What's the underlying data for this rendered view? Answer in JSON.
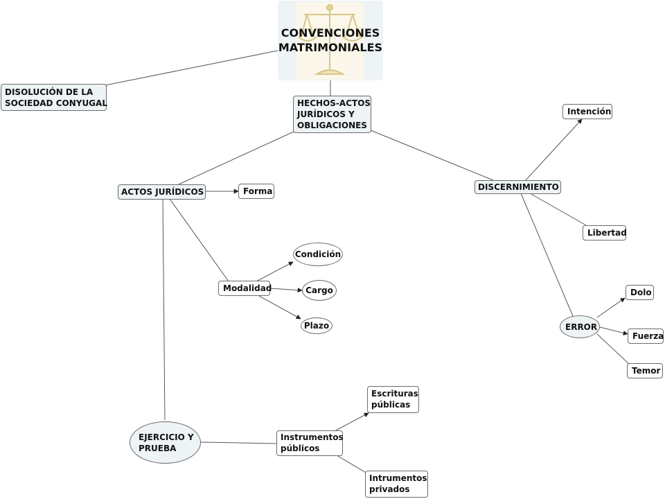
{
  "root": {
    "title_lines": [
      "CONVENCIONES",
      "MATRIMONIALES"
    ],
    "image_icon": "scales-of-justice-icon"
  },
  "nodes": {
    "disolucion": [
      "DISOLUCIÓN DE LA",
      "SOCIEDAD CONYUGAL"
    ],
    "hechos": [
      "HECHOS-ACTOS",
      "JURÍDICOS Y",
      "OBLIGACIONES"
    ],
    "actos": "ACTOS JURÍDICOS",
    "forma": "Forma",
    "modalidad": "Modalidad",
    "condicion": "Condición",
    "cargo": "Cargo",
    "plazo": "Plazo",
    "discernimiento": "DISCERNIMIENTO",
    "intencion": "Intención",
    "libertad": "Libertad",
    "error": "ERROR",
    "dolo": "Dolo",
    "fuerza": "Fuerza",
    "temor": "Temor",
    "ejercicio": [
      "EJERCICIO Y",
      "PRUEBA"
    ],
    "instrumentos_publicos": [
      "Instrumentos",
      "públicos"
    ],
    "escrituras": [
      "Escrituras",
      "públicas"
    ],
    "intrumentos_privados": [
      "Intrumentos",
      "privados"
    ]
  },
  "colors": {
    "line": "#555555",
    "node_border": "#6b6b6b",
    "node_shaded": "#eef3f6",
    "text": "#111111"
  }
}
